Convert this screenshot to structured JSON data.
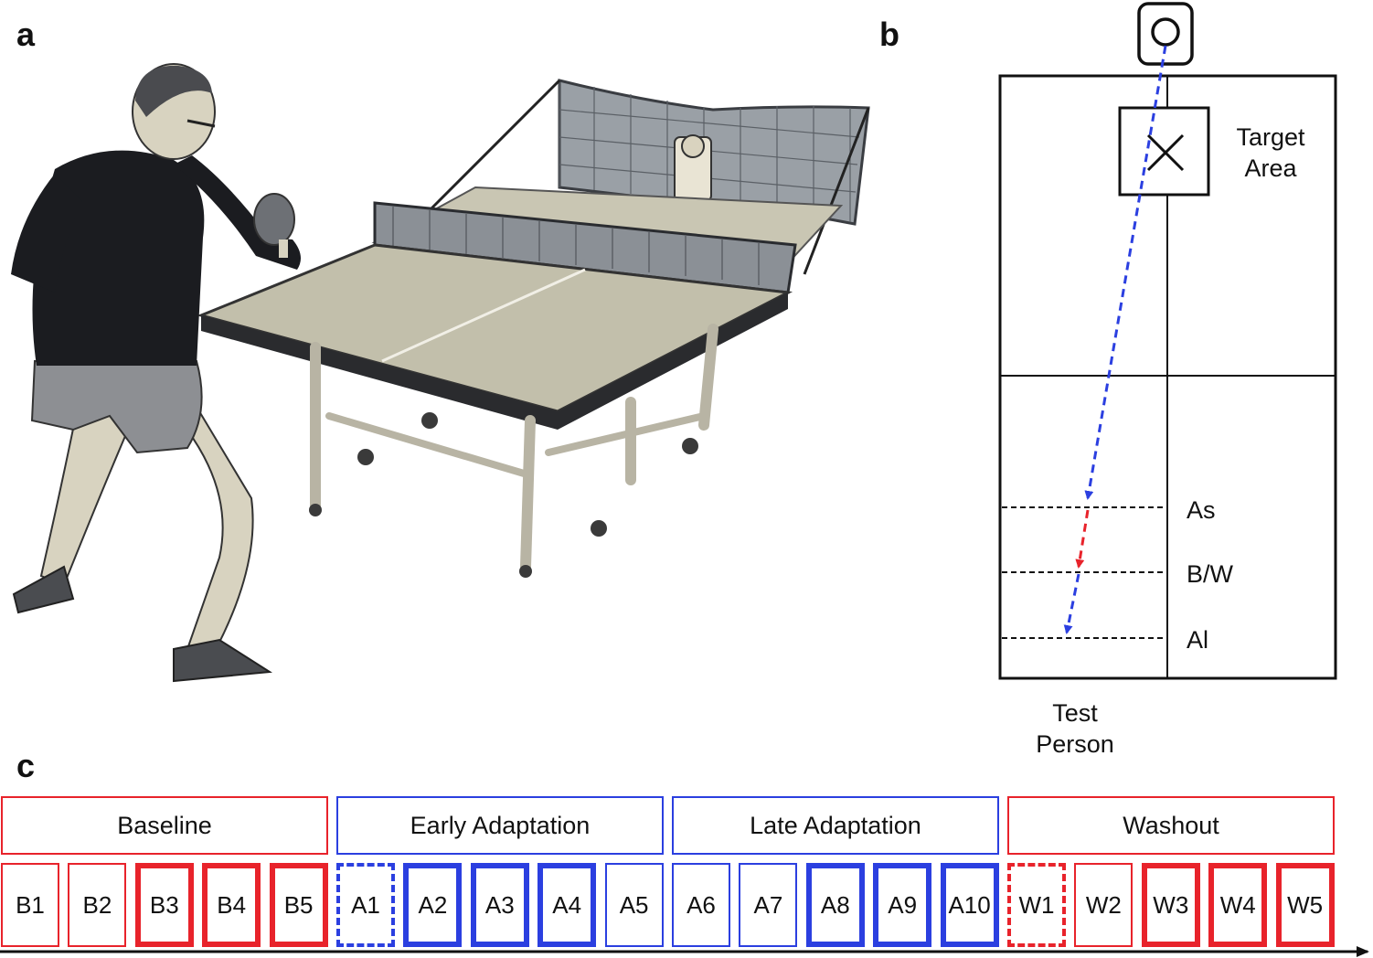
{
  "panels": {
    "a": "a",
    "b": "b",
    "c": "c"
  },
  "court": {
    "target_label": "Target Area",
    "levels": {
      "as": "As",
      "bw": "B/W",
      "al": "Al"
    },
    "person_label": "Test Person"
  },
  "colors": {
    "red": "#e8232b",
    "blue": "#2b3fe0",
    "black": "#111111"
  },
  "timeline": {
    "phases": [
      {
        "name": "Baseline",
        "color": "red"
      },
      {
        "name": "Early Adaptation",
        "color": "blue"
      },
      {
        "name": "Late Adaptation",
        "color": "blue"
      },
      {
        "name": "Washout",
        "color": "red"
      }
    ],
    "blocks": [
      {
        "label": "B1",
        "color": "red",
        "style": "thin"
      },
      {
        "label": "B2",
        "color": "red",
        "style": "thin"
      },
      {
        "label": "B3",
        "color": "red",
        "style": "thick"
      },
      {
        "label": "B4",
        "color": "red",
        "style": "thick"
      },
      {
        "label": "B5",
        "color": "red",
        "style": "thick"
      },
      {
        "label": "A1",
        "color": "blue",
        "style": "dashed"
      },
      {
        "label": "A2",
        "color": "blue",
        "style": "thick"
      },
      {
        "label": "A3",
        "color": "blue",
        "style": "thick"
      },
      {
        "label": "A4",
        "color": "blue",
        "style": "thick"
      },
      {
        "label": "A5",
        "color": "blue",
        "style": "thin"
      },
      {
        "label": "A6",
        "color": "blue",
        "style": "thin"
      },
      {
        "label": "A7",
        "color": "blue",
        "style": "thin"
      },
      {
        "label": "A8",
        "color": "blue",
        "style": "thick"
      },
      {
        "label": "A9",
        "color": "blue",
        "style": "thick"
      },
      {
        "label": "A10",
        "color": "blue",
        "style": "thick"
      },
      {
        "label": "W1",
        "color": "red",
        "style": "dashed"
      },
      {
        "label": "W2",
        "color": "red",
        "style": "thin"
      },
      {
        "label": "W3",
        "color": "red",
        "style": "thick"
      },
      {
        "label": "W4",
        "color": "red",
        "style": "thick"
      },
      {
        "label": "W5",
        "color": "red",
        "style": "thick"
      }
    ]
  }
}
